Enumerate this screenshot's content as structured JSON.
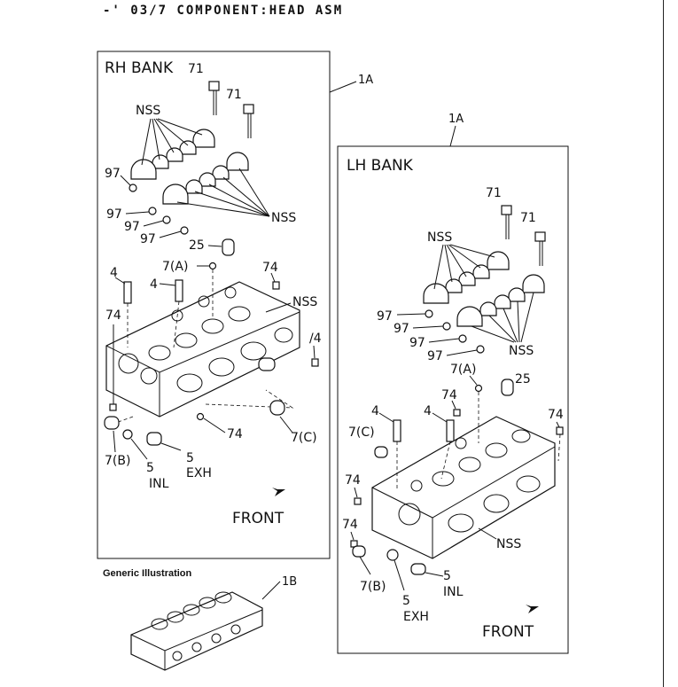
{
  "header": {
    "title": "-' 03/7  COMPONENT:HEAD ASM"
  },
  "rh_bank": {
    "title": "RH BANK",
    "labels": {
      "bolt_a": "71",
      "bolt_b": "71",
      "nss_caps": "NSS",
      "nss_caps2": "NSS",
      "nss_head": "NSS",
      "ring_1": "97",
      "ring_2": "97",
      "ring_3": "97",
      "ring_4": "97",
      "dowel_25": "25",
      "plug_7a": "7(A)",
      "stud_4a": "4",
      "stud_4b": "4",
      "plug_74a": "74",
      "plug_74b": "74",
      "plug_74c": "74",
      "plug_74d": "/4",
      "plug_7b": "7(B)",
      "plug_7c": "7(C)",
      "inl_num": "5",
      "inl_text": "INL",
      "exh_num": "5",
      "exh_text": "EXH",
      "front": "FRONT"
    }
  },
  "lh_bank": {
    "title": "LH BANK",
    "labels": {
      "bolt_a": "71",
      "bolt_b": "71",
      "nss_caps": "NSS",
      "nss_caps2": "NSS",
      "nss_head": "NSS",
      "ring_1": "97",
      "ring_2": "97",
      "ring_3": "97",
      "ring_4": "97",
      "plug_7a": "7(A)",
      "dowel_25": "25",
      "plug_74a": "74",
      "plug_74b": "74",
      "plug_74c": "74",
      "plug_74d": "74",
      "stud_4a": "4",
      "stud_4b": "4",
      "plug_7c": "7(C)",
      "plug_7b": "7(B)",
      "exh_num": "5",
      "exh_text": "EXH",
      "inl_num": "5",
      "inl_text": "INL",
      "front": "FRONT"
    }
  },
  "callouts": {
    "rh_ref": "1A",
    "lh_ref": "1A",
    "generic_ref": "1B"
  },
  "generic": {
    "title": "Generic Illustration"
  }
}
